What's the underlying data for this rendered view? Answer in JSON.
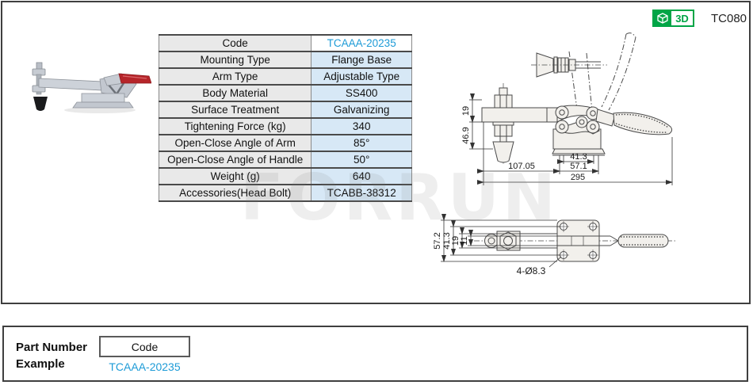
{
  "header": {
    "badge_3d_label": "3D",
    "doc_code": "TC080"
  },
  "watermark": "FORRUN",
  "spec_table": {
    "rows": [
      {
        "label": "Code",
        "value": "TCAAA-20235",
        "highlight": true
      },
      {
        "label": "Mounting Type",
        "value": "Flange Base"
      },
      {
        "label": "Arm Type",
        "value": "Adjustable Type"
      },
      {
        "label": "Body Material",
        "value": "SS400"
      },
      {
        "label": "Surface Treatment",
        "value": "Galvanizing"
      },
      {
        "label": "Tightening Force (kg)",
        "value": "340"
      },
      {
        "label": "Open-Close Angle of Arm",
        "value": "85°"
      },
      {
        "label": "Open-Close Angle of Handle",
        "value": "50°"
      },
      {
        "label": "Weight (g)",
        "value": "640"
      },
      {
        "label": "Accessories(Head Bolt)",
        "value": "TCABB-38312"
      }
    ]
  },
  "drawings": {
    "side_view": {
      "dim_bar_height": "19",
      "dim_body_height": "46.9",
      "dim_hole_span": "41.3",
      "dim_base_width": "57.1",
      "dim_arm_reach": "107.05",
      "dim_total_length": "295"
    },
    "top_view": {
      "dim_total_width": "57.2",
      "dim_hole_span": "41.3",
      "dim_arm_width": "19",
      "dim_slot_width": "11",
      "dim_mount_holes": "4-Ø8.3"
    }
  },
  "part_number_example": {
    "title_line1": "Part Number",
    "title_line2": "Example",
    "code_header": "Code",
    "code_value": "TCAAA-20235"
  },
  "colors": {
    "accent_blue": "#1d9bd7",
    "badge_green": "#00a546",
    "value_cell_bg": "#d7e8f6",
    "label_cell_bg": "#e9e9e9",
    "handle_red": "#b6252a"
  }
}
